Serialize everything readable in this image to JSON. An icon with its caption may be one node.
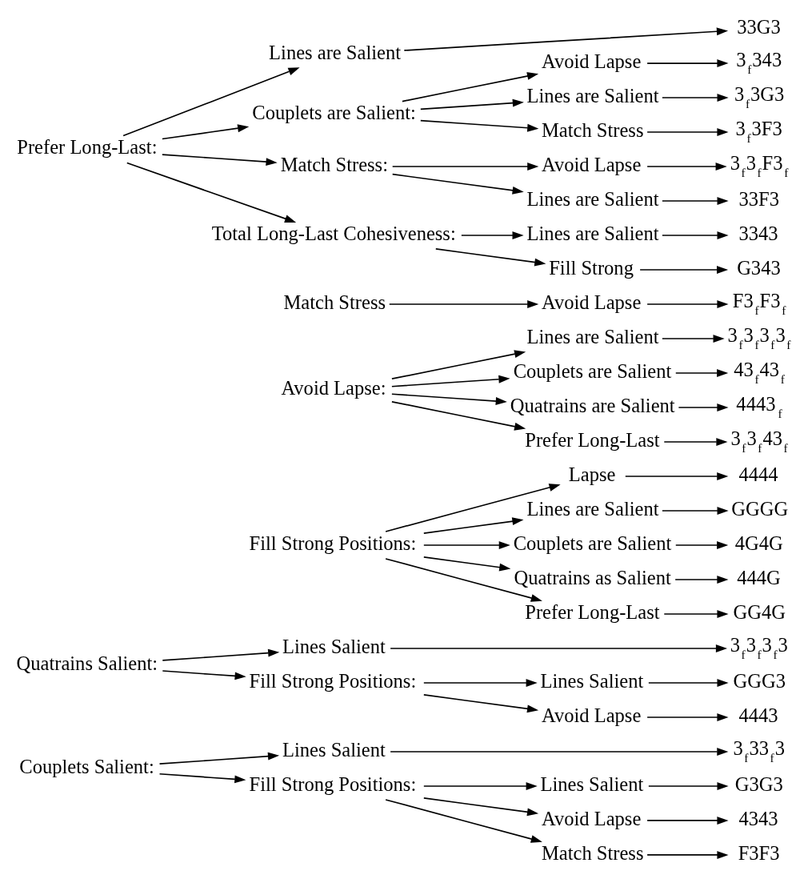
{
  "diagram": {
    "nodes": [
      {
        "text": [
          "Couplets Salient:"
        ]
      },
      {
        "text": [
          "Lines Salient"
        ]
      },
      {
        "text": [
          "3$_{f}$33$_{f}$3"
        ]
      },
      {
        "text": [
          "Fill Strong Positions:"
        ]
      },
      {
        "text": [
          "Lines Salient"
        ]
      },
      {
        "text": [
          "G3G3"
        ]
      },
      {
        "text": [
          "Avoid Lapse"
        ]
      },
      {
        "text": [
          "4343"
        ]
      },
      {
        "text": [
          "Match Stress"
        ]
      },
      {
        "text": [
          "F3F3"
        ]
      },
      {
        "text": [
          "Quatrains Salient:"
        ]
      },
      {
        "text": [
          "Lines Salient"
        ]
      },
      {
        "text": [
          "3$_{f}$3$_{f}$3$_{f}$3"
        ]
      },
      {
        "text": [
          "Fill Strong Positions:"
        ]
      },
      {
        "text": [
          "Lines Salient"
        ]
      },
      {
        "text": [
          "GGG3"
        ]
      },
      {
        "text": [
          "Avoid Lapse"
        ]
      },
      {
        "text": [
          "4443"
        ]
      },
      {
        "text": [
          "Fill Strong Positions:"
        ]
      },
      {
        "text": [
          "Lapse"
        ]
      },
      {
        "text": [
          "4444"
        ]
      },
      {
        "text": [
          "Lines are Salient"
        ]
      },
      {
        "text": [
          "GGGG"
        ]
      },
      {
        "text": [
          "Couplets are Salient"
        ]
      },
      {
        "text": [
          "4G4G"
        ]
      },
      {
        "text": [
          "Quatrains as Salient"
        ]
      },
      {
        "text": [
          "444G"
        ]
      },
      {
        "text": [
          "Prefer Long-Last"
        ]
      },
      {
        "text": [
          "GG4G"
        ]
      },
      {
        "text": [
          "Avoid Lapse:"
        ]
      },
      {
        "text": [
          "Lines are Salient"
        ]
      },
      {
        "text": [
          "3$_{f}$3$_{f}$3$_{f}$3$_{f}$"
        ]
      },
      {
        "text": [
          "Couplets are Salient"
        ]
      },
      {
        "text": [
          "43$_{f}$43$_{f}$"
        ]
      },
      {
        "text": [
          "Quatrains are Salient"
        ]
      },
      {
        "text": [
          "4443$_{f}$"
        ]
      },
      {
        "text": [
          "Prefer Long-Last"
        ]
      },
      {
        "text": [
          "3$_{f}$3$_{f}$43$_{f}$"
        ]
      },
      {
        "text": [
          "Match Stress"
        ]
      },
      {
        "text": [
          "Avoid Lapse"
        ]
      },
      {
        "text": [
          "F3$_{f}$F3$_{f}$"
        ]
      },
      {
        "text": [
          "Prefer Long-Last:"
        ]
      },
      {
        "text": [
          "Lines are Salient"
        ]
      },
      {
        "text": [
          "33G3"
        ]
      },
      {
        "text": [
          "Couplets are Salient:"
        ]
      },
      {
        "text": [
          "Avoid Lapse"
        ]
      },
      {
        "text": [
          "3$_{f}$343"
        ]
      },
      {
        "text": [
          "Lines are Salient"
        ]
      },
      {
        "text": [
          "3$_{f}$3G3"
        ]
      },
      {
        "text": [
          "Match Stress"
        ]
      },
      {
        "text": [
          "3$_{f}$3F3"
        ]
      },
      {
        "text": [
          "Match Stress:"
        ]
      },
      {
        "text": [
          "Avoid Lapse"
        ]
      },
      {
        "text": [
          "3$_{f}$3$_{f}$F3$_{f}$"
        ]
      },
      {
        "text": [
          "Lines are Salient"
        ]
      },
      {
        "text": [
          "33F3"
        ]
      },
      {
        "text": [
          "Total Long-Last Cohesiveness:"
        ]
      },
      {
        "text": [
          "Lines are Salient"
        ]
      },
      {
        "text": [
          "3343"
        ]
      },
      {
        "text": [
          "Fill Strong"
        ]
      },
      {
        "text": [
          "G343"
        ]
      }
    ],
    "edges": [
      {
        "from": 0,
        "to": 1,
        "arrow": "to"
      },
      {
        "from": 1,
        "to": 2,
        "arrow": "to"
      },
      {
        "from": 0,
        "to": 3,
        "arrow": "to"
      },
      {
        "from": 3,
        "to": 4,
        "arrow": "to"
      },
      {
        "from": 4,
        "to": 5,
        "arrow": "to"
      },
      {
        "from": 3,
        "to": 6,
        "arrow": "to"
      },
      {
        "from": 6,
        "to": 7,
        "arrow": "to"
      },
      {
        "from": 3,
        "to": 8,
        "arrow": "to"
      },
      {
        "from": 8,
        "to": 9,
        "arrow": "to"
      },
      {
        "from": 10,
        "to": 11,
        "arrow": "to"
      },
      {
        "from": 11,
        "to": 12,
        "arrow": "to"
      },
      {
        "from": 10,
        "to": 13,
        "arrow": "to"
      },
      {
        "from": 13,
        "to": 14,
        "arrow": "to"
      },
      {
        "from": 14,
        "to": 15,
        "arrow": "to"
      },
      {
        "from": 13,
        "to": 16,
        "arrow": "to"
      },
      {
        "from": 16,
        "to": 17,
        "arrow": "to"
      },
      {
        "from": 18,
        "to": 19,
        "arrow": "to"
      },
      {
        "from": 19,
        "to": 20,
        "arrow": "to"
      },
      {
        "from": 18,
        "to": 21,
        "arrow": "to"
      },
      {
        "from": 21,
        "to": 22,
        "arrow": "to"
      },
      {
        "from": 18,
        "to": 23,
        "arrow": "to"
      },
      {
        "from": 23,
        "to": 24,
        "arrow": "to"
      },
      {
        "from": 18,
        "to": 25,
        "arrow": "to"
      },
      {
        "from": 25,
        "to": 26,
        "arrow": "to"
      },
      {
        "from": 18,
        "to": 27,
        "arrow": "to"
      },
      {
        "from": 27,
        "to": 28,
        "arrow": "to"
      },
      {
        "from": 29,
        "to": 30,
        "arrow": "to"
      },
      {
        "from": 30,
        "to": 31,
        "arrow": "to"
      },
      {
        "from": 29,
        "to": 32,
        "arrow": "to"
      },
      {
        "from": 32,
        "to": 33,
        "arrow": "to"
      },
      {
        "from": 29,
        "to": 34,
        "arrow": "to"
      },
      {
        "from": 34,
        "to": 35,
        "arrow": "to"
      },
      {
        "from": 29,
        "to": 36,
        "arrow": "to"
      },
      {
        "from": 36,
        "to": 37,
        "arrow": "to"
      },
      {
        "from": 38,
        "to": 39,
        "arrow": "to"
      },
      {
        "from": 39,
        "to": 40,
        "arrow": "to"
      },
      {
        "from": 41,
        "to": 42,
        "arrow": "to"
      },
      {
        "from": 42,
        "to": 43,
        "arrow": "to"
      },
      {
        "from": 41,
        "to": 44,
        "arrow": "to"
      },
      {
        "from": 44,
        "to": 45,
        "arrow": "to"
      },
      {
        "from": 45,
        "to": 46,
        "arrow": "to"
      },
      {
        "from": 44,
        "to": 47,
        "arrow": "to"
      },
      {
        "from": 47,
        "to": 48,
        "arrow": "to"
      },
      {
        "from": 44,
        "to": 49,
        "arrow": "to"
      },
      {
        "from": 49,
        "to": 50,
        "arrow": "to"
      },
      {
        "from": 41,
        "to": 51,
        "arrow": "to"
      },
      {
        "from": 51,
        "to": 52,
        "arrow": "to"
      },
      {
        "from": 52,
        "to": 53,
        "arrow": "to"
      },
      {
        "from": 51,
        "to": 54,
        "arrow": "to"
      },
      {
        "from": 54,
        "to": 55,
        "arrow": "to"
      },
      {
        "from": 41,
        "to": 56,
        "arrow": "to"
      },
      {
        "from": 56,
        "to": 57,
        "arrow": "to"
      },
      {
        "from": 57,
        "to": 58,
        "arrow": "to"
      },
      {
        "from": 56,
        "to": 59,
        "arrow": "to"
      },
      {
        "from": 59,
        "to": 60,
        "arrow": "to"
      }
    ]
  }
}
